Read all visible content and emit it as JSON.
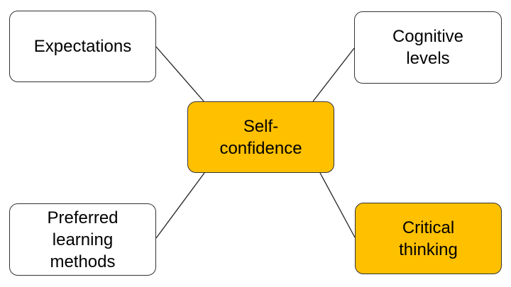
{
  "diagram": {
    "center": {
      "label": "Self-\nconfidence"
    },
    "nodes": [
      {
        "id": "expectations",
        "label": "Expectations",
        "highlighted": false
      },
      {
        "id": "cognitive",
        "label": "Cognitive\nlevels",
        "highlighted": false
      },
      {
        "id": "preferred",
        "label": "Preferred\nlearning\nmethods",
        "highlighted": false
      },
      {
        "id": "critical",
        "label": "Critical\nthinking",
        "highlighted": true
      }
    ],
    "edges": [
      [
        "center",
        "expectations"
      ],
      [
        "center",
        "cognitive"
      ],
      [
        "center",
        "preferred"
      ],
      [
        "center",
        "critical"
      ]
    ],
    "colors": {
      "highlight": "#ffc000",
      "border": "#333333",
      "line": "#222222"
    }
  }
}
